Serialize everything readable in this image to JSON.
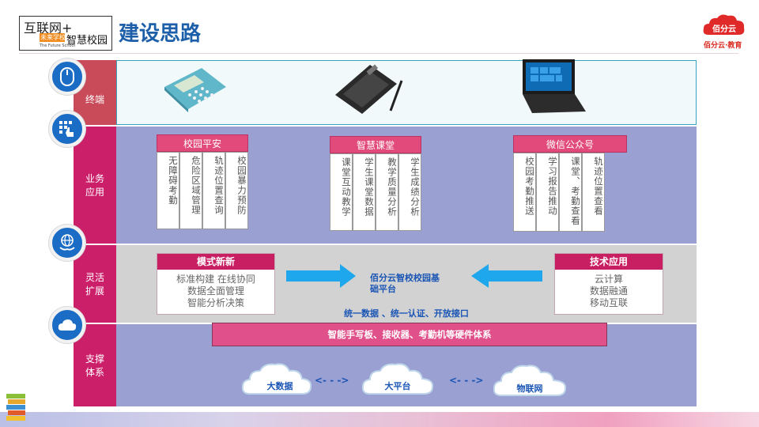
{
  "header": {
    "logo_line1": "互联网+",
    "logo_tag": "未来学校",
    "logo_line2": "智慧校园",
    "logo_sub": "The Future School",
    "title": "建设思路",
    "brand_text": "佰分云·教育",
    "brand_cloud_text": "佰分云"
  },
  "rows": [
    {
      "label": "终端",
      "icon": "mouse-icon",
      "color": "#c94b5a"
    },
    {
      "label": "业务\n应用",
      "icon": "touch-keypad-icon",
      "color": "#cc1f6a"
    },
    {
      "label": "灵活\n扩展",
      "icon": "globe-hand-icon",
      "color": "#cc1f6a"
    },
    {
      "label": "支撑\n体系",
      "icon": "cloud-icon",
      "color": "#cc1f6a"
    }
  ],
  "terminals": [
    "card-reader",
    "writing-pad",
    "tablet"
  ],
  "app_groups": [
    {
      "title": "校园平安",
      "items": [
        "无障碍考勤",
        "危险区域管理",
        "轨迹位置查询",
        "校园暴力预防"
      ]
    },
    {
      "title": "智慧课堂",
      "items": [
        "课堂互动教学",
        "学生课堂数据",
        "教学质量分析",
        "学生成绩分析"
      ]
    },
    {
      "title": "微信公众号",
      "items": [
        "校园考勤推送",
        "学习报告推动",
        "课堂、考勤查看",
        "轨迹位置查看"
      ]
    }
  ],
  "flex": {
    "left_box": {
      "title": "模式新新",
      "lines": [
        "标准构建   在线协同",
        "数据全面管理",
        "智能分析决策"
      ]
    },
    "right_box": {
      "title": "技术应用",
      "lines": [
        "云计算",
        "数据融通",
        "移动互联"
      ]
    },
    "center_line1": "佰分云智校校园基",
    "center_line2": "础平台",
    "bottom_text": "统一数据 、统一认证、开放接口"
  },
  "support": {
    "hardware_bar": "智能手写板、接收器、考勤机等硬件体系",
    "clouds": [
      "大数据",
      "大平台",
      "物联网"
    ]
  },
  "colors": {
    "title_blue": "#1d5fa8",
    "band_purple": "#9aa0d2",
    "band_gray": "#d2d2d2",
    "accent_pink": "#cc1f6a",
    "arrow_blue": "#1ea7ec"
  }
}
